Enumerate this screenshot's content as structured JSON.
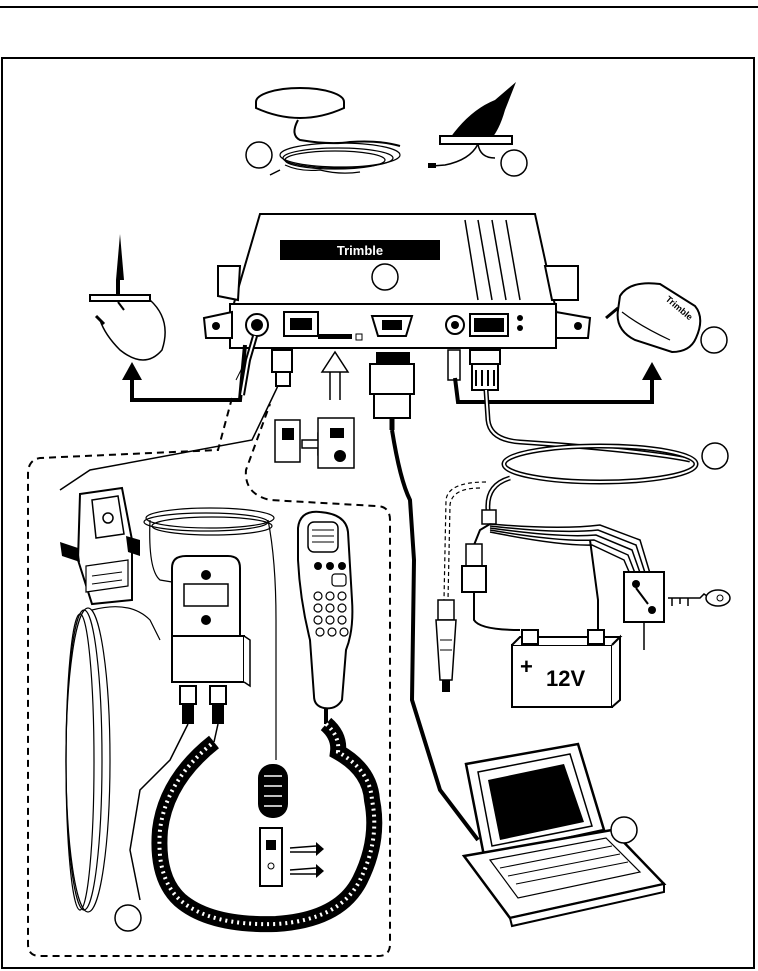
{
  "device": {
    "brand": "Trimble"
  },
  "battery": {
    "voltage": "12V",
    "plus": "+"
  },
  "gps_antenna": {
    "brand": "Trimble"
  },
  "callouts": [
    "",
    "",
    "",
    "",
    "",
    "",
    "",
    ""
  ],
  "colors": {
    "ink": "#000000",
    "paper": "#ffffff",
    "gray": "#cfcfcf",
    "dark_gray": "#8a8a8a"
  }
}
